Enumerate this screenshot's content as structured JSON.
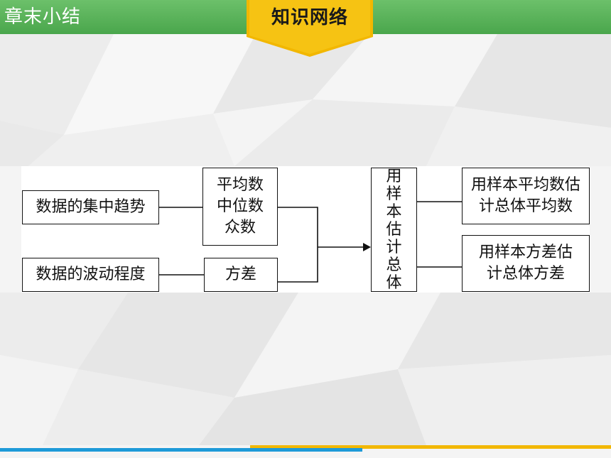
{
  "header": {
    "section_title": "章末小结",
    "badge_title": "知识网络"
  },
  "diagram": {
    "concentration": "数据的集中趋势",
    "measures": [
      "平均数",
      "中位数",
      "众数"
    ],
    "dispersion": "数据的波动程度",
    "variance": "方差",
    "estimate_chars": [
      "用",
      "样",
      "本",
      "估",
      "计",
      "总",
      "体"
    ],
    "mean_estimate": [
      "用样本平均数估",
      "计总体平均数"
    ],
    "variance_estimate": [
      "用样本方差估",
      "计总体方差"
    ]
  },
  "colors": {
    "header_green": "#4aa64c",
    "badge_yellow": "#f2b700",
    "footer_blue": "#1e9ad8",
    "footer_yellow": "#f2b700"
  }
}
